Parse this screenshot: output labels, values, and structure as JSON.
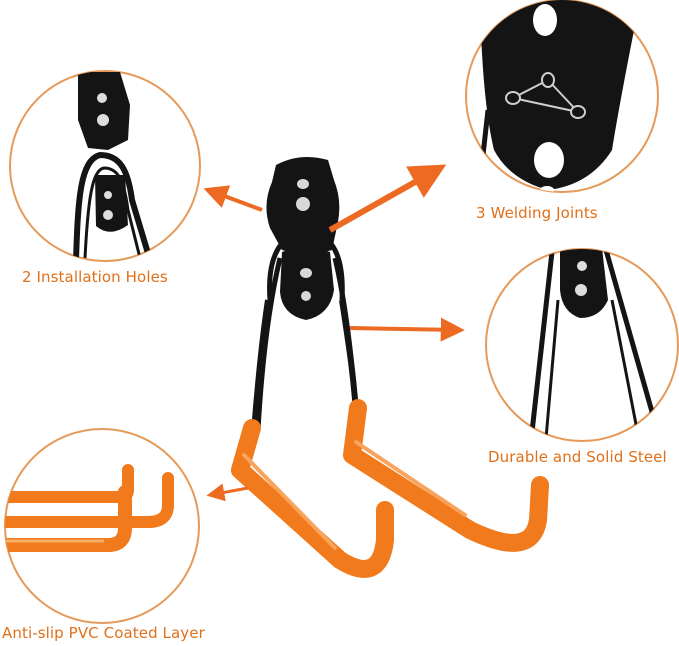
{
  "labels": {
    "installation_holes": "2 Installation Holes",
    "welding_joints": "3 Welding Joints",
    "steel": "Durable and Solid Steel",
    "pvc": "Anti-slip PVC Coated Layer"
  },
  "colors": {
    "accent": "#e0701a",
    "steel": "#141414",
    "pvc": "#f07a1c",
    "circle_border": "#e59a5a",
    "background": "#ffffff"
  }
}
